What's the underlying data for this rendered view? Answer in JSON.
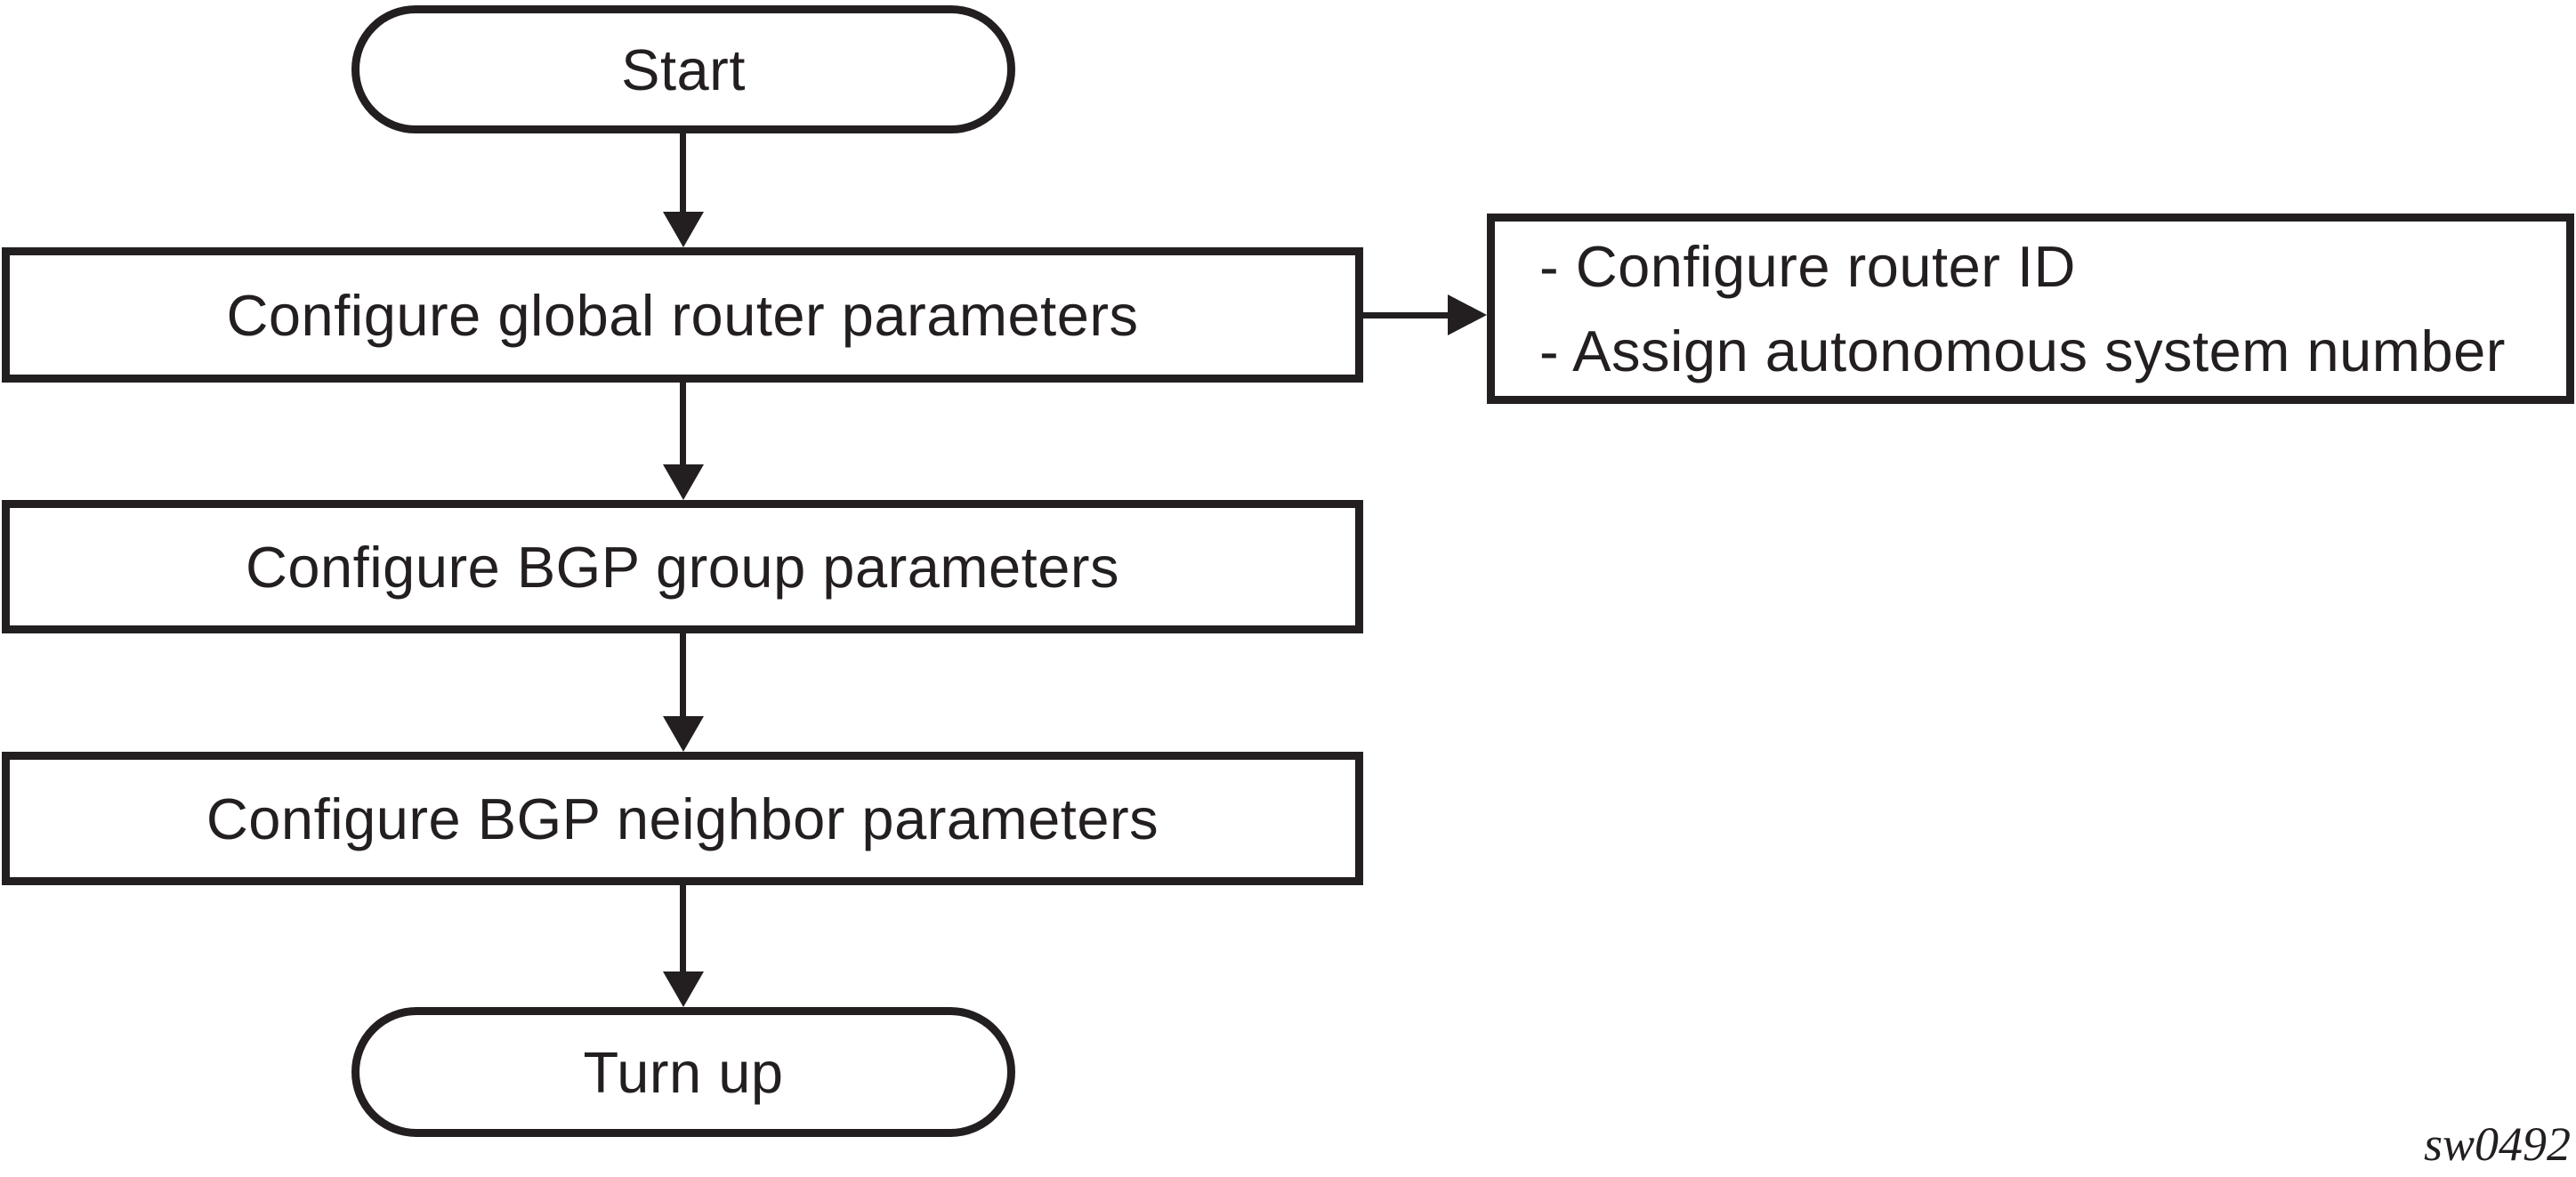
{
  "diagram": {
    "ink_color": "#231f20",
    "start": {
      "label": "Start"
    },
    "steps": [
      {
        "label": "Configure global router parameters"
      },
      {
        "label": "Configure BGP group parameters"
      },
      {
        "label": "Configure BGP neighbor parameters"
      }
    ],
    "side_note": {
      "lines": [
        "- Configure router ID",
        "- Assign autonomous system number"
      ]
    },
    "end": {
      "label": "Turn up"
    },
    "figure_id": "sw0492"
  }
}
